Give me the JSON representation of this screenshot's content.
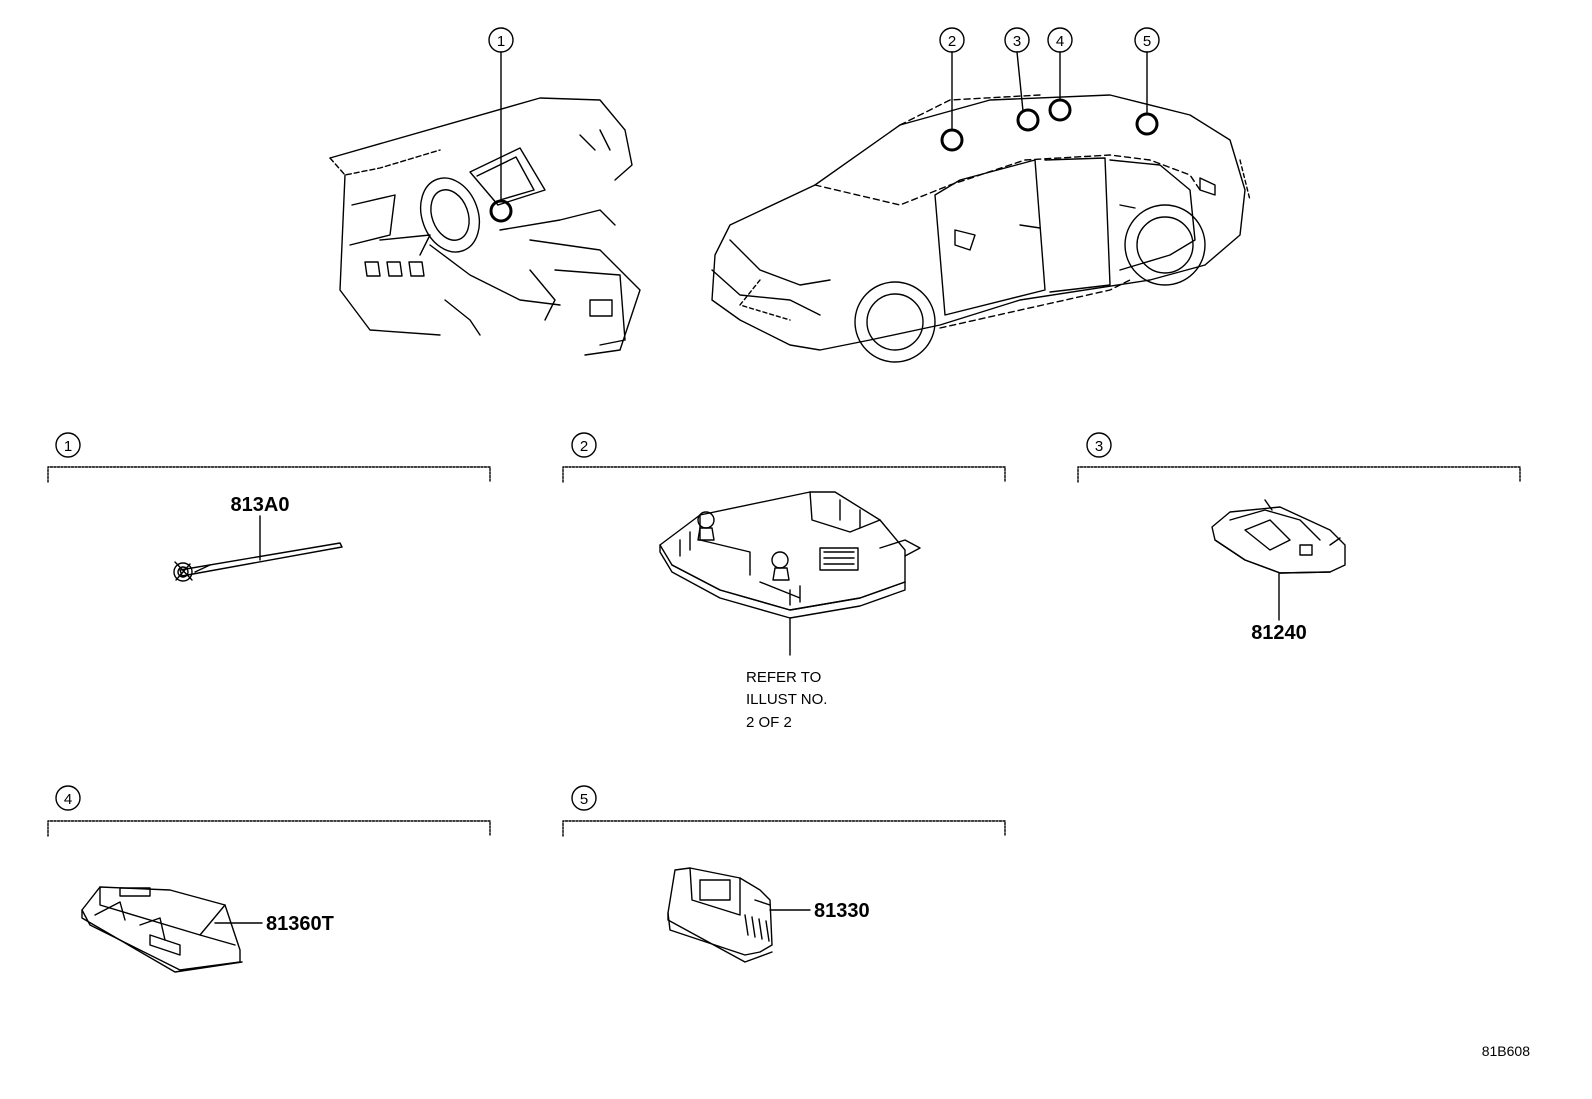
{
  "callouts": [
    "1",
    "2",
    "3",
    "4",
    "5"
  ],
  "sections": [
    {
      "index": "1",
      "part": "813A0"
    },
    {
      "index": "2",
      "note_lines": [
        "REFER TO",
        "ILLUST NO.",
        "2 OF 2"
      ]
    },
    {
      "index": "3",
      "part": "81240"
    },
    {
      "index": "4",
      "part": "81360T"
    },
    {
      "index": "5",
      "part": "81330"
    }
  ],
  "illustration_code": "81B608"
}
